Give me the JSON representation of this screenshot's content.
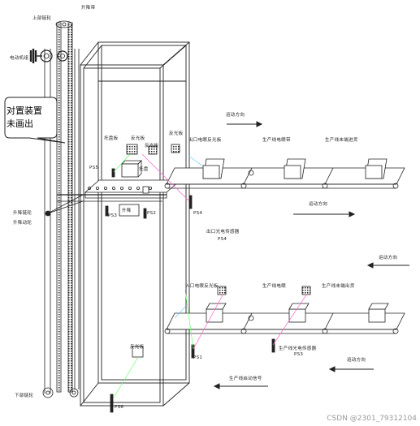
{
  "callout": {
    "line1": "对置装置",
    "line2": "未画出"
  },
  "labels": {
    "top_pulley": "升降带",
    "upper_sprocket": "上部链轮",
    "motor": "电动机组",
    "lift_chain_1": "升降链轮",
    "lift_chain_2": "升降动轮",
    "lower_sprocket": "下部链轮",
    "pallet_1": "托盘板",
    "reflector_1": "反光板",
    "reflector_2": "反光板",
    "reflector_3": "反光板",
    "reflector_4": "反光板",
    "exit_sensor_upper": "出口电眼反光板",
    "exit_sensor_top": "出口光电传感器",
    "ps4_a": "PS4",
    "ps4_b": "PS4",
    "ps5": "PS5",
    "ps3_left": "PS3",
    "ps2": "PS2",
    "ps1": "PS1",
    "ps3_mid": "PS3",
    "ps6": "PS6",
    "entry_sensor_lower": "入口电眼反光板",
    "product_sensor_lower": "生产线电眼",
    "product_end_upper": "生产线电眼带",
    "product_end_upper_2": "生产线末端进货",
    "product_end_lower": "生产线末端出货",
    "photo_sensor_lower": "生产线光电传感器",
    "flow_dir_top": "运动方向",
    "flow_dir_mid": "运动方向",
    "flow_dir_right": "运动方向",
    "flow_dir_lower": "运动方向",
    "bottom_label": "生产线启动信号",
    "small_box_1": "托盘",
    "small_box_2": "升降"
  },
  "watermark": "CSDN @2301_79312104"
}
